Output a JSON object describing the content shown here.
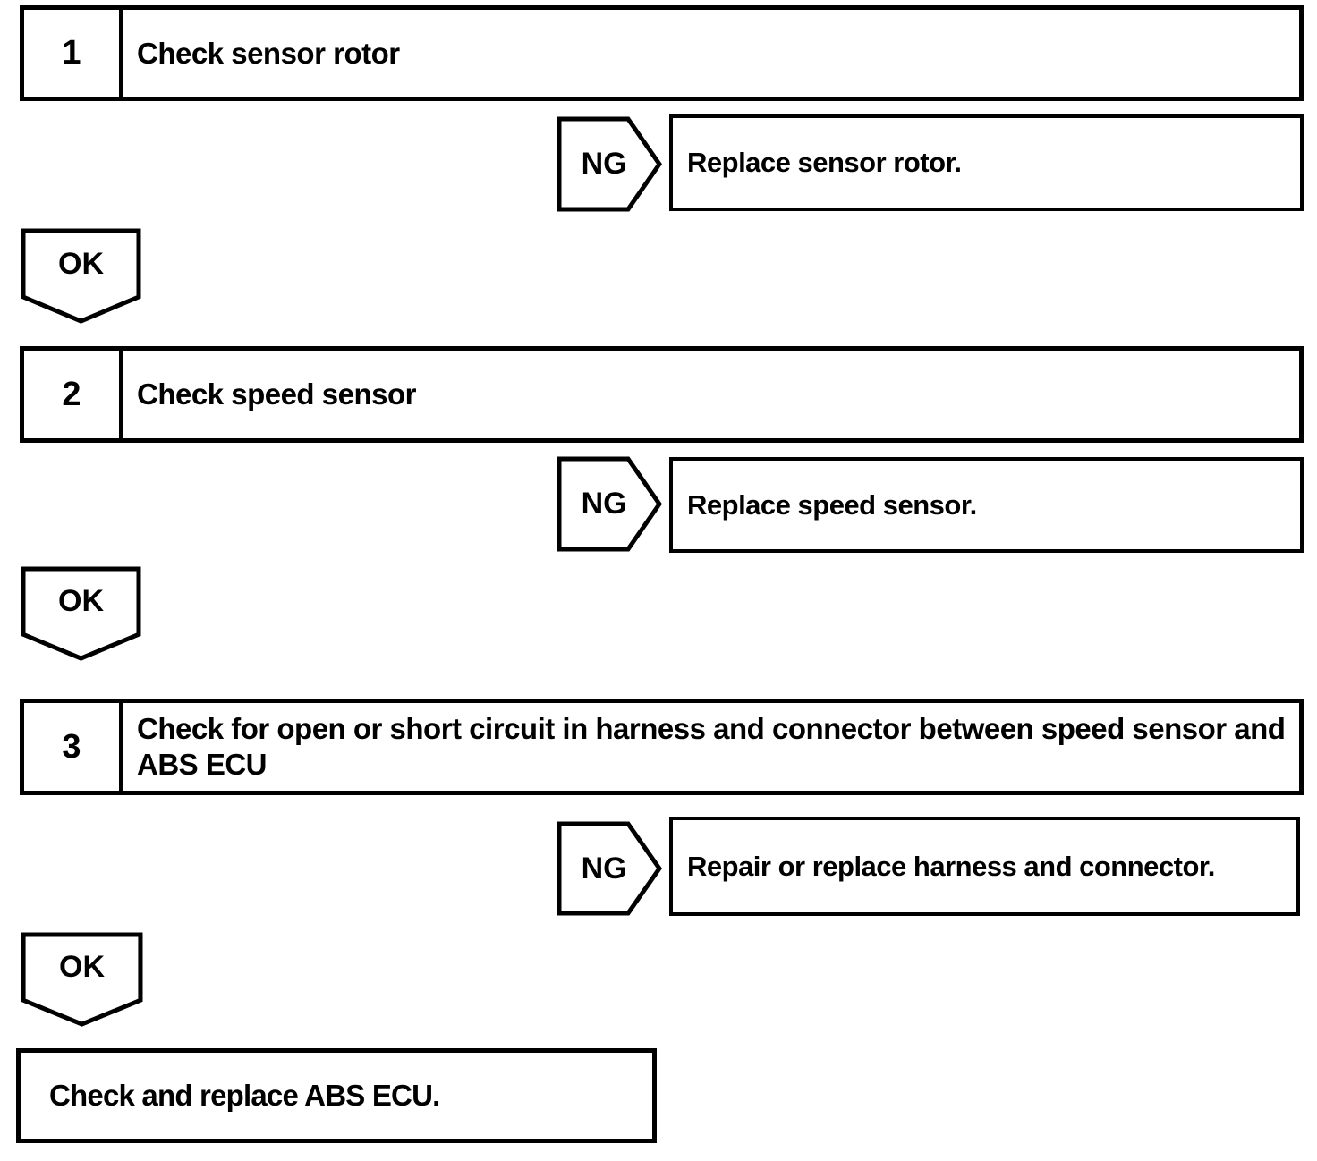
{
  "page": {
    "colors": {
      "line": "#000000",
      "background": "#ffffff"
    }
  },
  "flowchart": {
    "steps": [
      {
        "number": "1",
        "title": "Check sensor rotor",
        "ng_label": "NG",
        "ng_action": "Replace sensor rotor.",
        "ok_label": "OK"
      },
      {
        "number": "2",
        "title": "Check speed sensor",
        "ng_label": "NG",
        "ng_action": "Replace speed sensor.",
        "ok_label": "OK"
      },
      {
        "number": "3",
        "title": "Check for open or short circuit in harness and connector between speed sensor and ABS ECU",
        "ng_label": "NG",
        "ng_action": "Repair or replace harness and connector.",
        "ok_label": "OK"
      }
    ],
    "final_action": "Check and replace ABS ECU."
  }
}
